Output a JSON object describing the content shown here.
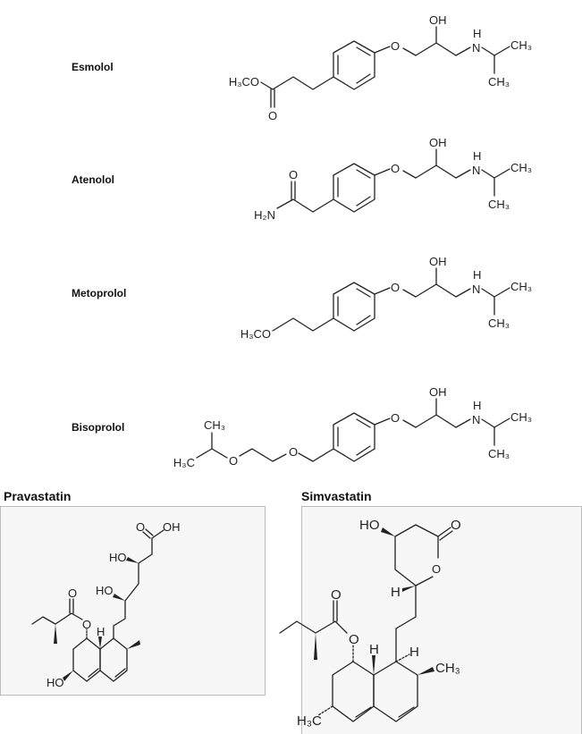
{
  "beta_blockers": [
    {
      "name": "Esmolol",
      "atoms": {
        "O_ether": "O",
        "OH": "OH",
        "N": "N",
        "H": "H",
        "CH3a": "CH₃",
        "CH3b": "CH₃",
        "left1": "H₃CO",
        "left2": "O"
      }
    },
    {
      "name": "Atenolol",
      "atoms": {
        "O_ether": "O",
        "OH": "OH",
        "N": "N",
        "H": "H",
        "CH3a": "CH₃",
        "CH3b": "CH₃",
        "left1": "H₂N",
        "left2": "O"
      }
    },
    {
      "name": "Metoprolol",
      "atoms": {
        "O_ether": "O",
        "OH": "OH",
        "N": "N",
        "H": "H",
        "CH3a": "CH₃",
        "CH3b": "CH₃",
        "left1": "H₃CO"
      }
    },
    {
      "name": "Bisoprolol",
      "atoms": {
        "O_ether": "O",
        "OH": "OH",
        "N": "N",
        "H": "H",
        "CH3a": "CH₃",
        "CH3b": "CH₃",
        "left1": "O",
        "left2": "O",
        "left3": "CH₃",
        "left4": "H₃C"
      }
    }
  ],
  "statins": [
    {
      "name": "Pravastatin",
      "atoms": {
        "acid_O": "O",
        "acid_OH": "OH",
        "HO1": "HO",
        "HO2": "HO",
        "ester_O": "O",
        "carbonyl_O": "O",
        "H": "H",
        "HO3": "HO"
      }
    },
    {
      "name": "Simvastatin",
      "atoms": {
        "HO": "HO",
        "lactone_carbonyl_O": "O",
        "ring_O": "O",
        "H1": "H",
        "ester_O": "O",
        "carbonyl_O": "O",
        "H2": "H",
        "H3": "H",
        "CH3": "CH₃",
        "H3C": "H₃C"
      }
    }
  ]
}
